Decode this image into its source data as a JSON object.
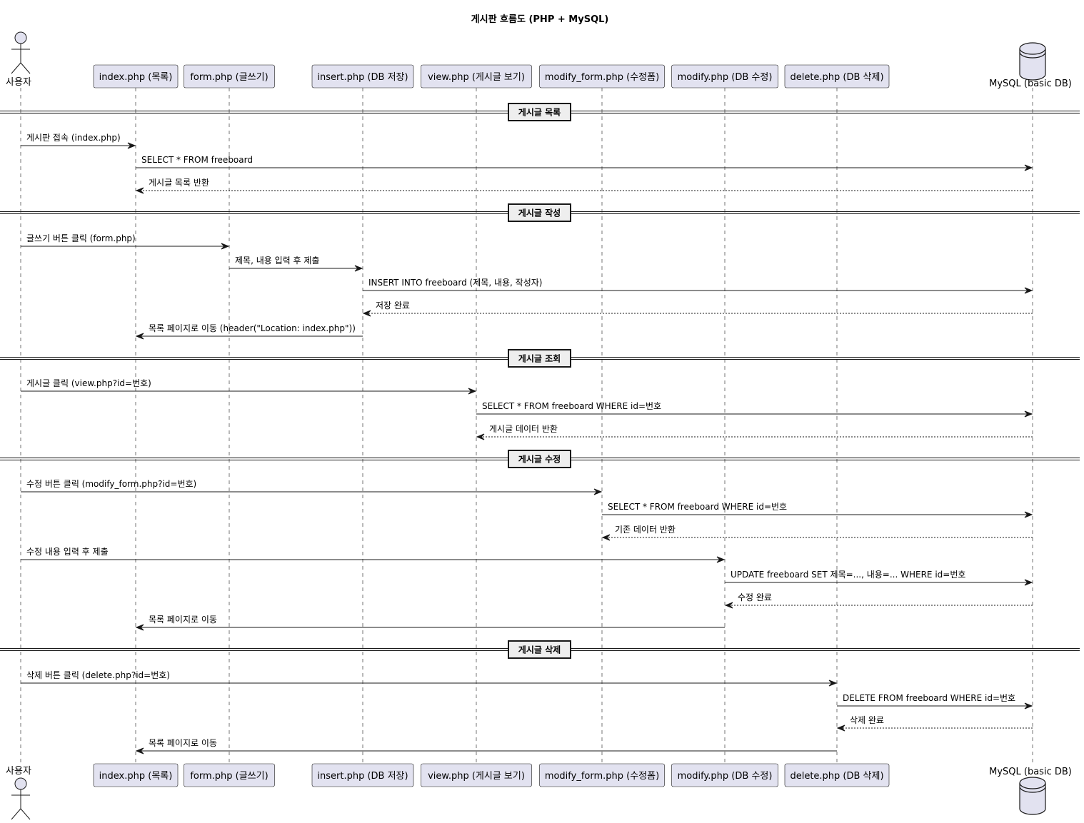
{
  "title": "게시판 흐름도 (PHP + MySQL)",
  "participants": [
    {
      "id": "user",
      "label": "사용자",
      "kind": "actor"
    },
    {
      "id": "index",
      "label": "index.php (목록)",
      "kind": "box"
    },
    {
      "id": "form",
      "label": "form.php (글쓰기)",
      "kind": "box"
    },
    {
      "id": "insert",
      "label": "insert.php (DB 저장)",
      "kind": "box"
    },
    {
      "id": "view",
      "label": "view.php (게시글 보기)",
      "kind": "box"
    },
    {
      "id": "modify_form",
      "label": "modify_form.php (수정폼)",
      "kind": "box"
    },
    {
      "id": "modify",
      "label": "modify.php (DB 수정)",
      "kind": "box"
    },
    {
      "id": "delete",
      "label": "delete.php (DB 삭제)",
      "kind": "box"
    },
    {
      "id": "db",
      "label": "MySQL (basic DB)",
      "kind": "database"
    }
  ],
  "sections": [
    {
      "label": "게시글 목록",
      "messages": [
        {
          "from": "user",
          "to": "index",
          "text": "게시판 접속 (index.php)",
          "style": "solid"
        },
        {
          "from": "index",
          "to": "db",
          "text": "SELECT * FROM freeboard",
          "style": "solid"
        },
        {
          "from": "db",
          "to": "index",
          "text": "게시글 목록 반환",
          "style": "dashed"
        }
      ]
    },
    {
      "label": "게시글 작성",
      "messages": [
        {
          "from": "user",
          "to": "form",
          "text": "글쓰기 버튼 클릭 (form.php)",
          "style": "solid"
        },
        {
          "from": "form",
          "to": "insert",
          "text": "제목, 내용 입력 후 제출",
          "style": "solid"
        },
        {
          "from": "insert",
          "to": "db",
          "text": "INSERT INTO freeboard (제목, 내용, 작성자)",
          "style": "solid"
        },
        {
          "from": "db",
          "to": "insert",
          "text": "저장 완료",
          "style": "dashed"
        },
        {
          "from": "insert",
          "to": "index",
          "text": "목록 페이지로 이동 (header(\"Location: index.php\"))",
          "style": "solid"
        }
      ]
    },
    {
      "label": "게시글 조회",
      "messages": [
        {
          "from": "user",
          "to": "view",
          "text": "게시글 클릭 (view.php?id=번호)",
          "style": "solid"
        },
        {
          "from": "view",
          "to": "db",
          "text": "SELECT * FROM freeboard WHERE id=번호",
          "style": "solid"
        },
        {
          "from": "db",
          "to": "view",
          "text": "게시글 데이터 반환",
          "style": "dashed"
        }
      ]
    },
    {
      "label": "게시글 수정",
      "messages": [
        {
          "from": "user",
          "to": "modify_form",
          "text": "수정 버튼 클릭 (modify_form.php?id=번호)",
          "style": "solid"
        },
        {
          "from": "modify_form",
          "to": "db",
          "text": "SELECT * FROM freeboard WHERE id=번호",
          "style": "solid"
        },
        {
          "from": "db",
          "to": "modify_form",
          "text": "기존 데이터 반환",
          "style": "dashed"
        },
        {
          "from": "user",
          "to": "modify",
          "text": "수정 내용 입력 후 제출",
          "style": "solid"
        },
        {
          "from": "modify",
          "to": "db",
          "text": "UPDATE freeboard SET 제목=..., 내용=... WHERE id=번호",
          "style": "solid"
        },
        {
          "from": "db",
          "to": "modify",
          "text": "수정 완료",
          "style": "dashed"
        },
        {
          "from": "modify",
          "to": "index",
          "text": "목록 페이지로 이동",
          "style": "solid"
        }
      ]
    },
    {
      "label": "게시글 삭제",
      "messages": [
        {
          "from": "user",
          "to": "delete",
          "text": "삭제 버튼 클릭 (delete.php?id=번호)",
          "style": "solid"
        },
        {
          "from": "delete",
          "to": "db",
          "text": "DELETE FROM freeboard WHERE id=번호",
          "style": "solid"
        },
        {
          "from": "db",
          "to": "delete",
          "text": "삭제 완료",
          "style": "dashed"
        },
        {
          "from": "delete",
          "to": "index",
          "text": "목록 페이지로 이동",
          "style": "solid"
        }
      ]
    }
  ],
  "colors": {
    "participant_fill": "#E2E2F0",
    "participant_border": "#181818",
    "section_fill": "#EEEEEE",
    "line": "#181818",
    "lifeline": "#181818"
  }
}
